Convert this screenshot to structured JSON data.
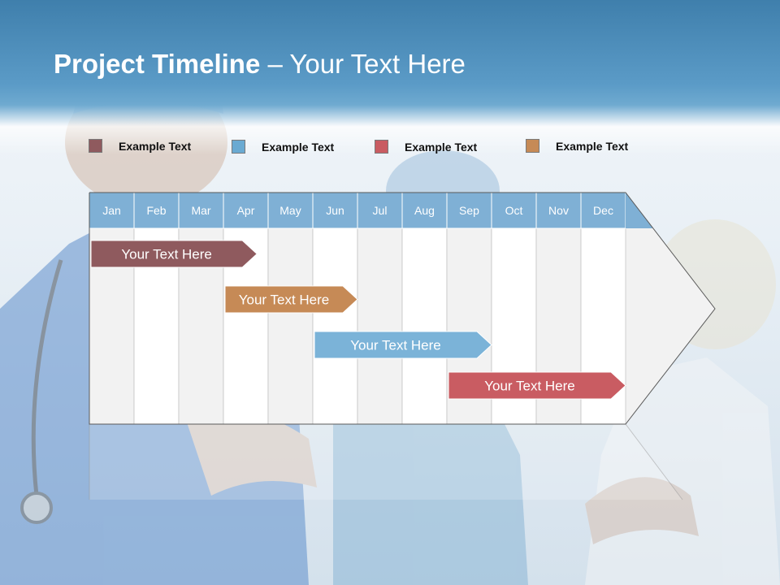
{
  "title": {
    "bold": "Project Timeline",
    "rest": " – Your Text Here"
  },
  "legend": [
    {
      "label": "Example Text",
      "color": "#8f5a5e"
    },
    {
      "label": "Example Text",
      "color": "#6aaad2"
    },
    {
      "label": "Example Text",
      "color": "#c95c62"
    },
    {
      "label": "Example Text",
      "color": "#c68a56"
    }
  ],
  "colors": {
    "header": "#7fb0d5",
    "gridLight": "#f2f2f2",
    "gridWhite": "#ffffff",
    "gridLine": "#c4c4c4"
  },
  "chart_data": {
    "type": "gantt",
    "categories": [
      "Jan",
      "Feb",
      "Mar",
      "Apr",
      "May",
      "Jun",
      "Jul",
      "Aug",
      "Sep",
      "Oct",
      "Nov",
      "Dec"
    ],
    "tasks": [
      {
        "label": "Your  Text Here",
        "start": 0,
        "end": 3.75,
        "color": "#8f5a5e"
      },
      {
        "label": "Your  Text Here",
        "start": 3.0,
        "end": 6.0,
        "color": "#c68a56"
      },
      {
        "label": "Your  Text Here",
        "start": 5.0,
        "end": 9.0,
        "color": "#7bb3d8"
      },
      {
        "label": "Your  Text Here",
        "start": 8.0,
        "end": 12.0,
        "color": "#c95c62"
      }
    ]
  }
}
